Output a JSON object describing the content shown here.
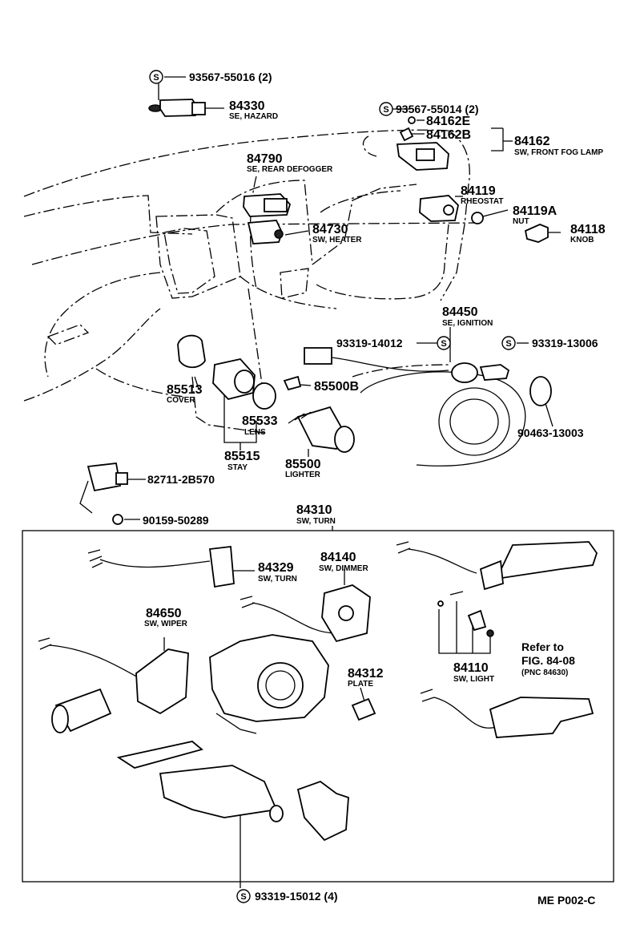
{
  "parts": {
    "p93567_55016": {
      "num": "93567-55016 (2)"
    },
    "p84330": {
      "num": "84330",
      "desc": "SE, HAZARD"
    },
    "p93567_55014": {
      "num": "93567-55014 (2)"
    },
    "p84162E": {
      "num": "84162E"
    },
    "p84162B": {
      "num": "84162B"
    },
    "p84162": {
      "num": "84162",
      "desc": "SW, FRONT FOG LAMP"
    },
    "p84790": {
      "num": "84790",
      "desc": "SE, REAR DEFOGGER"
    },
    "p84119": {
      "num": "84119",
      "desc": "RHEOSTAT"
    },
    "p84119A": {
      "num": "84119A",
      "desc": "NUT"
    },
    "p84118": {
      "num": "84118",
      "desc": "KNOB"
    },
    "p84730": {
      "num": "84730",
      "desc": "SW, HEATER"
    },
    "p84450": {
      "num": "84450",
      "desc": "SE, IGNITION"
    },
    "p93319_14012": {
      "num": "93319-14012"
    },
    "p93319_13006": {
      "num": "93319-13006"
    },
    "p85513": {
      "num": "85513",
      "desc": "COVER"
    },
    "p85500B": {
      "num": "85500B"
    },
    "p85533": {
      "num": "85533",
      "desc": "LENS"
    },
    "p85515": {
      "num": "85515",
      "desc": "STAY"
    },
    "p85500": {
      "num": "85500",
      "desc": "LIGHTER"
    },
    "p90463_13003": {
      "num": "90463-13003"
    },
    "p82711_2B570": {
      "num": "82711-2B570"
    },
    "p90159_50289": {
      "num": "90159-50289"
    },
    "p84310": {
      "num": "84310",
      "desc": "SW, TURN"
    },
    "p84329": {
      "num": "84329",
      "desc": "SW, TURN"
    },
    "p84140": {
      "num": "84140",
      "desc": "SW, DIMMER"
    },
    "p84650": {
      "num": "84650",
      "desc": "SW, WIPER"
    },
    "p84312": {
      "num": "84312",
      "desc": "PLATE"
    },
    "p84110": {
      "num": "84110",
      "desc": "SW, LIGHT"
    },
    "p93319_15012": {
      "num": "93319-15012 (4)"
    }
  },
  "refer": {
    "line1": "Refer to",
    "line2": "FIG. 84-08",
    "line3": "(PNC 84630)"
  },
  "screw_symbol": "S",
  "page_code": "ME P002-C"
}
